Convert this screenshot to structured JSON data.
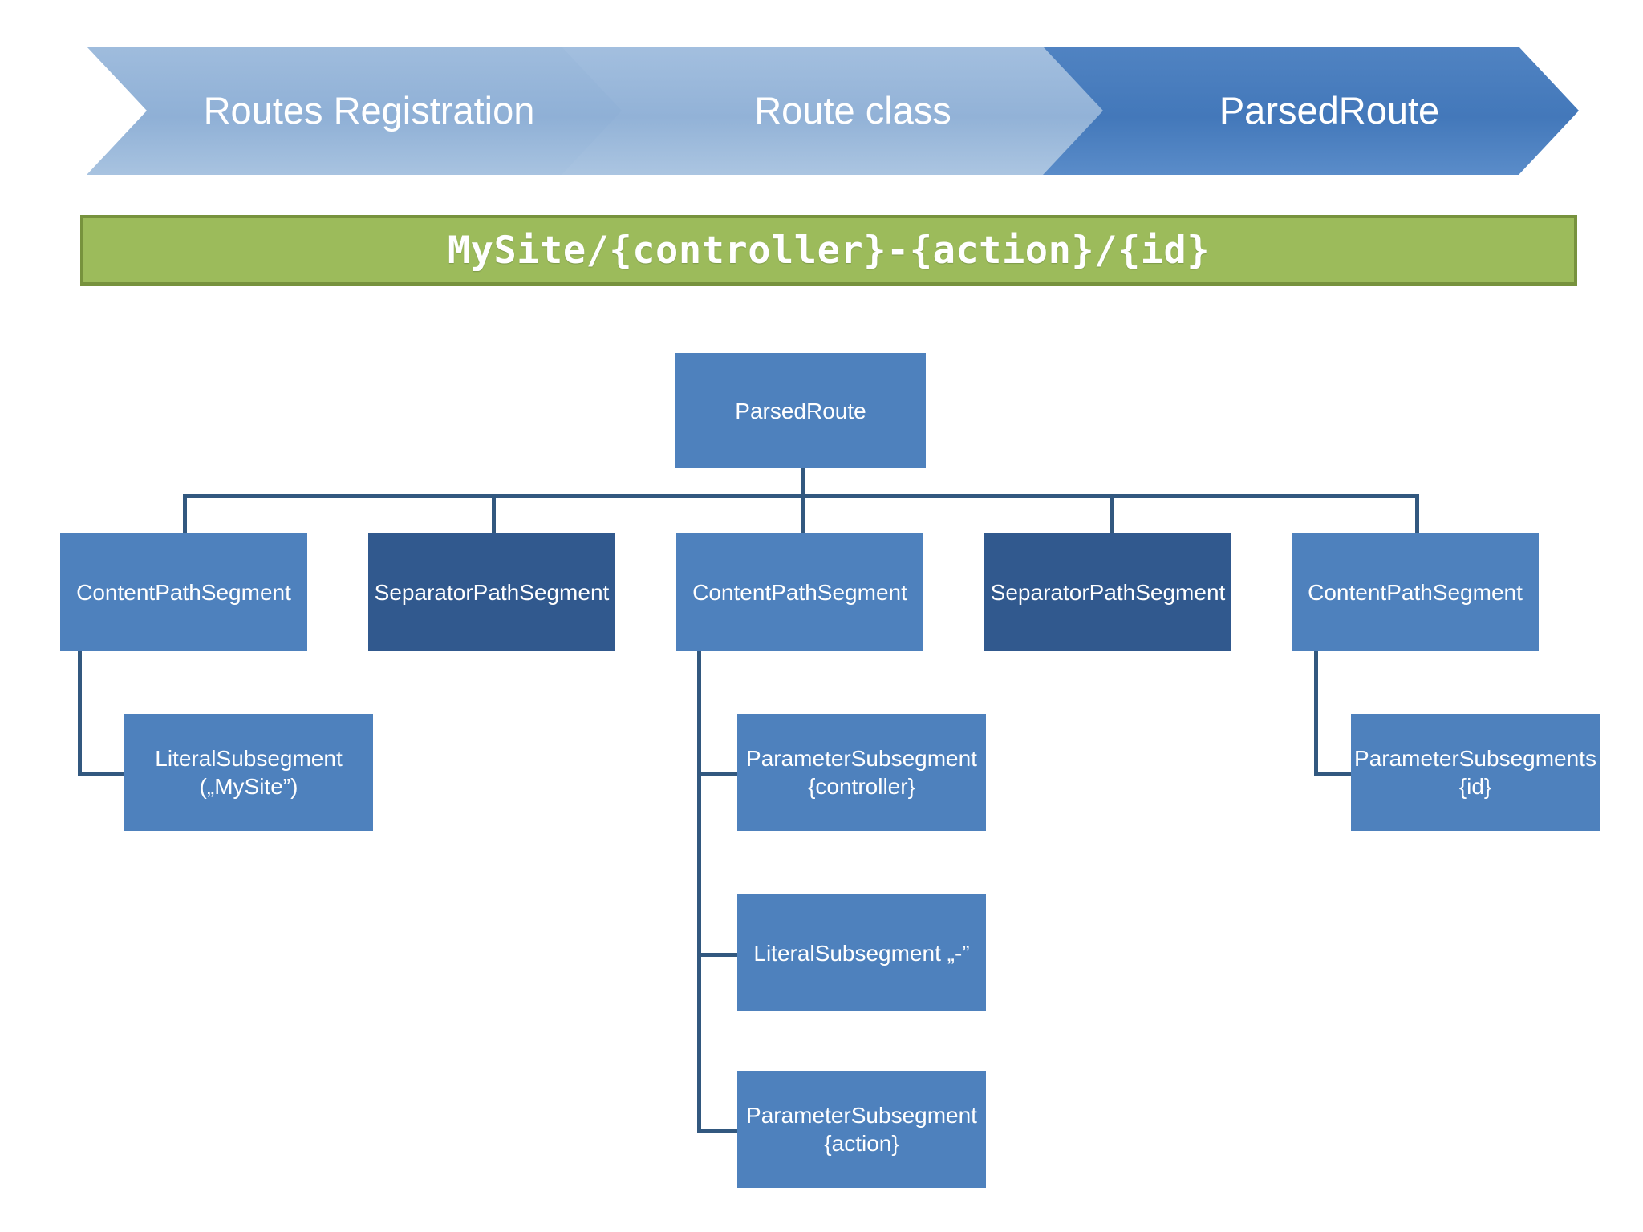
{
  "process_band": {
    "steps": [
      {
        "label": "Routes\nRegistration",
        "color": "#95b3d7",
        "state": "inactive"
      },
      {
        "label": "Route class",
        "color": "#95b3d7",
        "state": "inactive"
      },
      {
        "label": "ParsedRoute",
        "color": "#4e81bd",
        "state": "active"
      }
    ]
  },
  "route_template": {
    "text": "MySite/{controller}-{action}/{id}",
    "fill": "#9cbb5b",
    "border": "#77923d",
    "text_color": "#ffffff"
  },
  "tree": {
    "root": {
      "label": "ParsedRoute",
      "color": "#4e81bd"
    },
    "segments": [
      {
        "label": "ContentPathSegment",
        "color": "#4e81bd",
        "type": "content"
      },
      {
        "label": "SeparatorPathSegment",
        "color": "#31598e",
        "type": "separator"
      },
      {
        "label": "ContentPathSegment",
        "color": "#4e81bd",
        "type": "content"
      },
      {
        "label": "SeparatorPathSegment",
        "color": "#31598e",
        "type": "separator"
      },
      {
        "label": "ContentPathSegment",
        "color": "#4e81bd",
        "type": "content"
      }
    ],
    "subsegments": {
      "mysite": {
        "label": "LiteralSubsegment\n(„MySite”)",
        "color": "#4e81bd"
      },
      "controller": {
        "label": "ParameterSubsegment\n{controller}",
        "color": "#4e81bd"
      },
      "dash": {
        "label": "LiteralSubsegment „-”",
        "color": "#4e81bd"
      },
      "action": {
        "label": "ParameterSubsegment\n{action}",
        "color": "#4e81bd"
      },
      "id": {
        "label": "ParameterSubsegments\n{id}",
        "color": "#4e81bd"
      }
    }
  },
  "colors": {
    "connector": "#32587f",
    "background": "#ffffff"
  }
}
